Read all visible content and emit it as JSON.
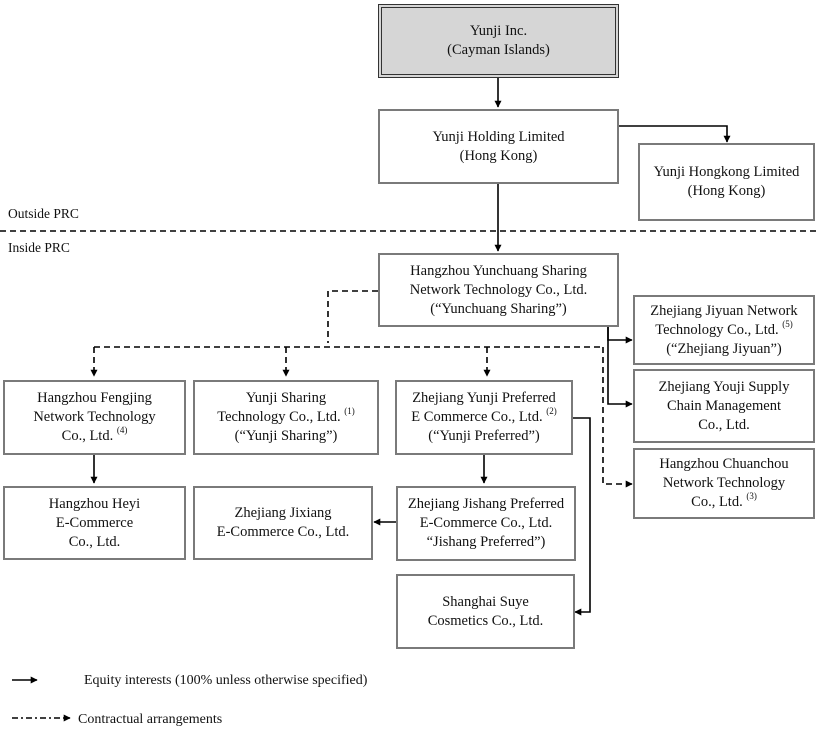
{
  "colors": {
    "line": "#000000",
    "box_border": "#7a7a7a",
    "root_fill": "#d6d6d6"
  },
  "regions": {
    "outside": "Outside PRC",
    "inside": "Inside PRC"
  },
  "nodes": {
    "yunji_inc": {
      "line1": "Yunji Inc.",
      "line2": "(Cayman Islands)"
    },
    "yunji_holding": {
      "line1": "Yunji Holding Limited",
      "line2": "(Hong Kong)"
    },
    "yunji_hongkong": {
      "line1": "Yunji Hongkong Limited",
      "line2": "(Hong Kong)"
    },
    "yunchuang": {
      "line1": "Hangzhou Yunchuang Sharing",
      "line2": "Network Technology Co., Ltd.",
      "line3": "(“Yunchuang Sharing”)"
    },
    "zhejiang_jiyuan": {
      "line1": "Zhejiang Jiyuan Network",
      "line2": "Technology Co., Ltd.",
      "note": "(5)",
      "line3": "(“Zhejiang Jiyuan”)"
    },
    "zhejiang_youji": {
      "line1": "Zhejiang Youji Supply",
      "line2": "Chain Management",
      "line3": "Co., Ltd."
    },
    "chuanchou": {
      "line1": "Hangzhou Chuanchou",
      "line2": "Network Technology",
      "line3": "Co., Ltd.",
      "note": "(3)"
    },
    "fengjing": {
      "line1": "Hangzhou Fengjing",
      "line2": "Network Technology",
      "line3": "Co., Ltd.",
      "note": "(4)"
    },
    "yunji_sharing": {
      "line1": "Yunji Sharing",
      "line2": "Technology Co., Ltd.",
      "note": "(1)",
      "line3": "(“Yunji Sharing”)"
    },
    "yunji_preferred": {
      "line1": "Zhejiang Yunji Preferred",
      "line2": "E Commerce Co., Ltd.",
      "note": "(2)",
      "line3": "(“Yunji Preferred”)"
    },
    "heyi": {
      "line1": "Hangzhou Heyi",
      "line2": "E-Commerce",
      "line3": "Co., Ltd."
    },
    "jixiang": {
      "line1": "Zhejiang Jixiang",
      "line2": "E-Commerce Co., Ltd."
    },
    "jishang": {
      "line1": "Zhejiang Jishang Preferred",
      "line2": "E-Commerce Co., Ltd.",
      "line3": "“Jishang Preferred”)"
    },
    "suye": {
      "line1": "Shanghai Suye",
      "line2": "Cosmetics Co., Ltd."
    }
  },
  "legend": {
    "equity": "Equity interests (100% unless otherwise specified)",
    "contractual": "Contractual arrangements"
  }
}
